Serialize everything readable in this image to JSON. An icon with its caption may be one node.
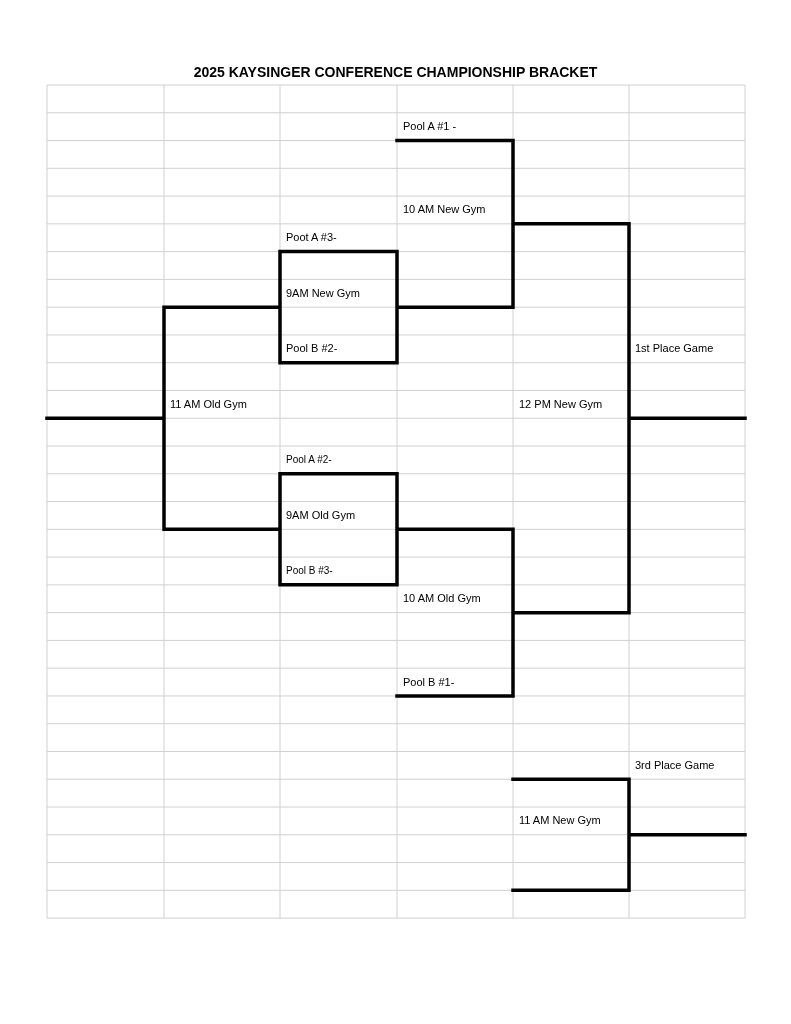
{
  "diagram": {
    "title": "2025 KAYSINGER CONFERENCE CHAMPIONSHIP BRACKET",
    "labels": [
      "Pool A #1 -",
      "10 AM New Gym",
      "Poot A #3-",
      "9AM New Gym",
      "Pool B #2-",
      "1st Place Game",
      "11 AM Old Gym",
      "12 PM New Gym",
      "Pool A #2-",
      "9AM Old Gym",
      "Pool B #3-",
      "10 AM Old Gym",
      "Pool B #1-",
      "3rd Place Game",
      "11 AM New Gym"
    ]
  }
}
